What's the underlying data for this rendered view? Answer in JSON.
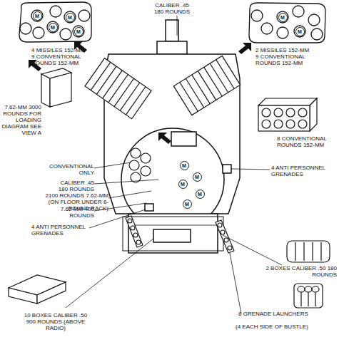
{
  "diagram": {
    "nodes": [
      {
        "text": [
          "M"
        ]
      },
      {
        "text": [
          "M"
        ]
      },
      {
        "text": [
          "M"
        ]
      },
      {
        "text": [
          "M"
        ]
      },
      {
        "text": [
          "M"
        ]
      },
      {
        "text": [
          "M"
        ]
      },
      {
        "text": [
          "M"
        ]
      },
      {
        "text": [
          "M"
        ]
      },
      {
        "text": [
          "M"
        ]
      },
      {
        "text": [
          "M"
        ]
      },
      {
        "text": [
          "M"
        ]
      }
    ],
    "labels": [
      "CALIBER .45 180 ROUNDS",
      "4 MISSILES 152-MM 9 CONVENTIONAL ROUNDS 152-MM",
      "2 MISSILES 152-MM 9 CONVENTIONAL ROUNDS 152-MM",
      "7.62-MM 3000 ROUNDS FOR LOADING DIAGRAM SEE VIEW A",
      "8 CONVENTIONAL ROUNDS 152-MM",
      "CONVENTIONAL ONLY",
      "4 ANTI PERSONNEL GRENADES",
      "CALIBER .45 180 ROUNDS",
      "2100 ROUNDS 7.62-MM (ON FLOOR UNDER 6-ROUND RACK)",
      "7.62-MM 400 ROUNDS",
      "4 ANTI PERSONNEL GRENADES",
      "2 BOXES CALIBER .50 180 ROUNDS",
      "8 GRENADE LAUNCHERS",
      "(4 EACH SIDE OF BUSTLE)",
      "10 BOXES CALIBER .50 900 ROUNDS (ABOVE RADIO)"
    ]
  }
}
